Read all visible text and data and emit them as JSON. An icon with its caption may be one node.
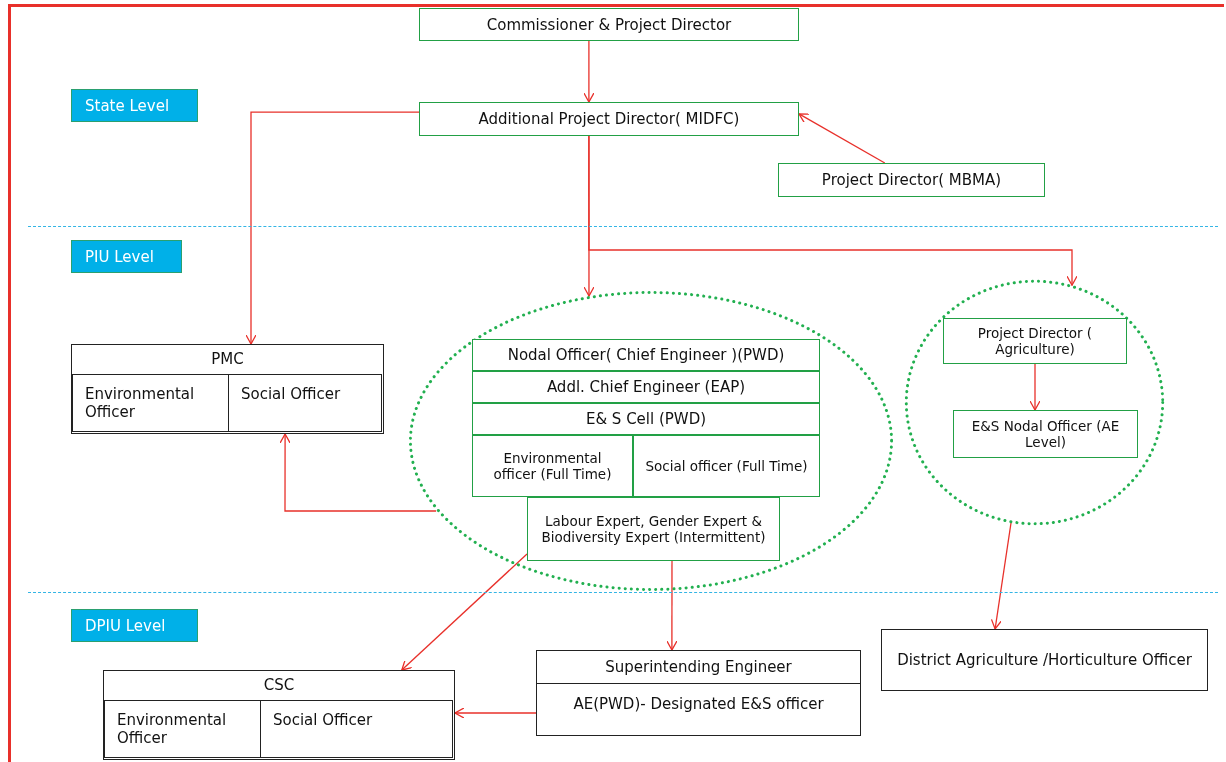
{
  "diagram": {
    "nodes": [
      {
        "text": [
          "Commissioner  & Project Director"
        ]
      },
      {
        "text": [
          "Additional  Project Director( MIDFC)"
        ]
      },
      {
        "text": [
          "Project Director( MBMA)"
        ]
      },
      {
        "text": [
          "PMC"
        ]
      },
      {
        "text": [
          "Environmental Officer"
        ],
        "in": 3
      },
      {
        "text": [
          "Social Officer"
        ],
        "in": 3
      },
      {
        "text": [],
        "shape": "circle"
      },
      {
        "text": [
          "Nodal Officer( Chief Engineer )(PWD)"
        ],
        "in": 6
      },
      {
        "text": [
          "Addl. Chief Engineer (EAP)"
        ],
        "in": 6
      },
      {
        "text": [
          "E& S Cell (PWD)"
        ],
        "in": 6
      },
      {
        "text": [
          "Environmental officer (Full Time)"
        ],
        "in": 6
      },
      {
        "text": [
          "Social officer (Full Time)"
        ],
        "in": 6
      },
      {
        "text": [
          "Labour Expert, Gender Expert & Biodiversity Expert (Intermittent)"
        ],
        "in": 6
      },
      {
        "text": [],
        "shape": "circle"
      },
      {
        "text": [
          "Project Director ( Agriculture)"
        ],
        "in": 13
      },
      {
        "text": [
          "E&S Nodal Officer (AE Level)"
        ],
        "in": 13
      },
      {
        "text": [
          "Superintending  Engineer",
          "AE(PWD)- Designated E&S officer"
        ]
      },
      {
        "text": [
          "District Agriculture /Horticulture Officer"
        ]
      },
      {
        "text": [
          "CSC"
        ]
      },
      {
        "text": [
          "Environmental Officer"
        ],
        "in": 18
      },
      {
        "text": [
          "Social Officer"
        ],
        "in": 18
      }
    ],
    "edges": [
      {
        "from": 0,
        "to": 1,
        "arrow": "to"
      },
      {
        "from": 2,
        "to": 1,
        "arrow": "to"
      },
      {
        "from": 1,
        "to": 3,
        "arrow": "to"
      },
      {
        "from": 1,
        "to": 6,
        "arrow": "to"
      },
      {
        "from": 1,
        "to": 13,
        "arrow": "to"
      },
      {
        "from": 6,
        "to": 3,
        "arrow": "to"
      },
      {
        "from": 14,
        "to": 15,
        "arrow": "to"
      },
      {
        "from": 13,
        "to": 17,
        "arrow": "to"
      },
      {
        "from": 12,
        "to": 18,
        "arrow": "to"
      },
      {
        "from": 12,
        "to": 16,
        "arrow": "to"
      },
      {
        "from": 16,
        "to": 18,
        "arrow": "to"
      }
    ],
    "labels": [
      "State Level",
      "PIU Level",
      "DPIU Level"
    ]
  }
}
